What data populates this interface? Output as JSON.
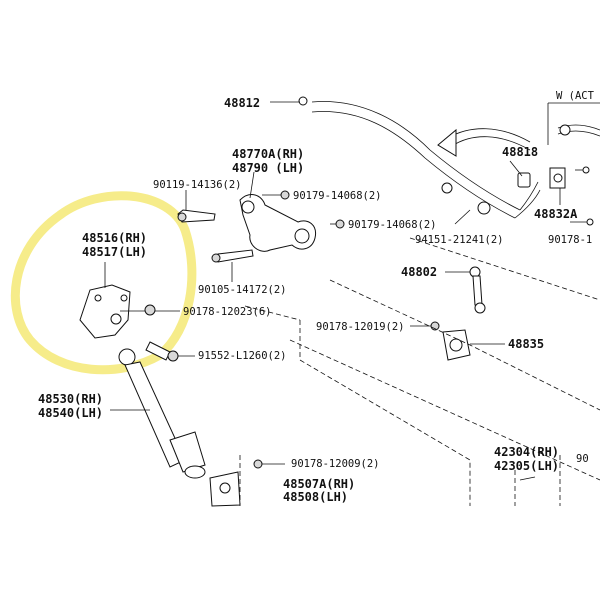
{
  "labels": {
    "p48812": "48812",
    "w_act": "W (ACT",
    "p48818": "48818",
    "p48832a": "48832A",
    "p48770a_rh": "48770A(RH)",
    "p48790_lh": "48790 (LH)",
    "p90119": "90119-14136(2)",
    "p90179_a": "90179-14068(2)",
    "p90179_b": "90179-14068(2)",
    "p94151": "94151-21241(2)",
    "p90178_r": "90178-1",
    "p48516_rh": "48516(RH)",
    "p48517_lh": "48517(LH)",
    "p90105": "90105-14172(2)",
    "p48802": "48802",
    "p90178_12023": "90178-12023(6)",
    "p90178_12019": "90178-12019(2)",
    "p48835": "48835",
    "p91552": "91552-L1260(2)",
    "p48530_rh": "48530(RH)",
    "p48540_lh": "48540(LH)",
    "p42304_rh": "42304(RH)",
    "p42305_lh": "42305(LH)",
    "p90178_12009": "90178-12009(2)",
    "p48507a_rh": "48507A(RH)",
    "p48508_lh": "48508(LH)",
    "p90_edge": "90"
  },
  "colors": {
    "highlight": "#f6ec8a",
    "ink": "#111111"
  }
}
